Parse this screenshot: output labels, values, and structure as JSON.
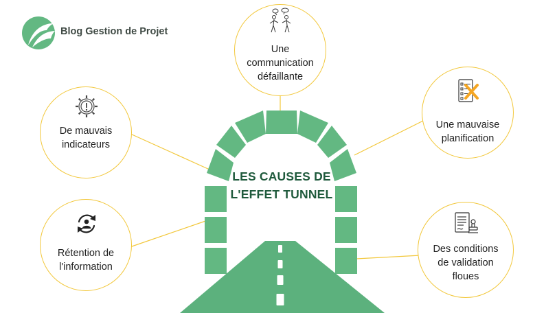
{
  "brand": {
    "name": "Blog Gestion de Projet"
  },
  "title": {
    "line1": "LES CAUSES DE",
    "line2": "L'EFFET TUNNEL"
  },
  "causes": [
    {
      "line1": "Une",
      "line2": "communication",
      "line3": "défaillante",
      "icon": "two-people-talking-icon"
    },
    {
      "line1": "De mauvais",
      "line2": "indicateurs",
      "icon": "gear-warning-icon"
    },
    {
      "line1": "Une mauvaise",
      "line2": "planification",
      "icon": "checklist-cross-icon"
    },
    {
      "line1": "Rétention de",
      "line2": "l'information",
      "icon": "person-cycle-icon"
    },
    {
      "line1": "Des conditions",
      "line2": "de validation",
      "line3": "floues",
      "icon": "stamped-document-icon"
    }
  ],
  "colors": {
    "tunnel": "#63b882",
    "road": "#5cb17d",
    "connector": "#f2c73a",
    "title": "#1f5a3c",
    "accent": "#f5a623"
  }
}
